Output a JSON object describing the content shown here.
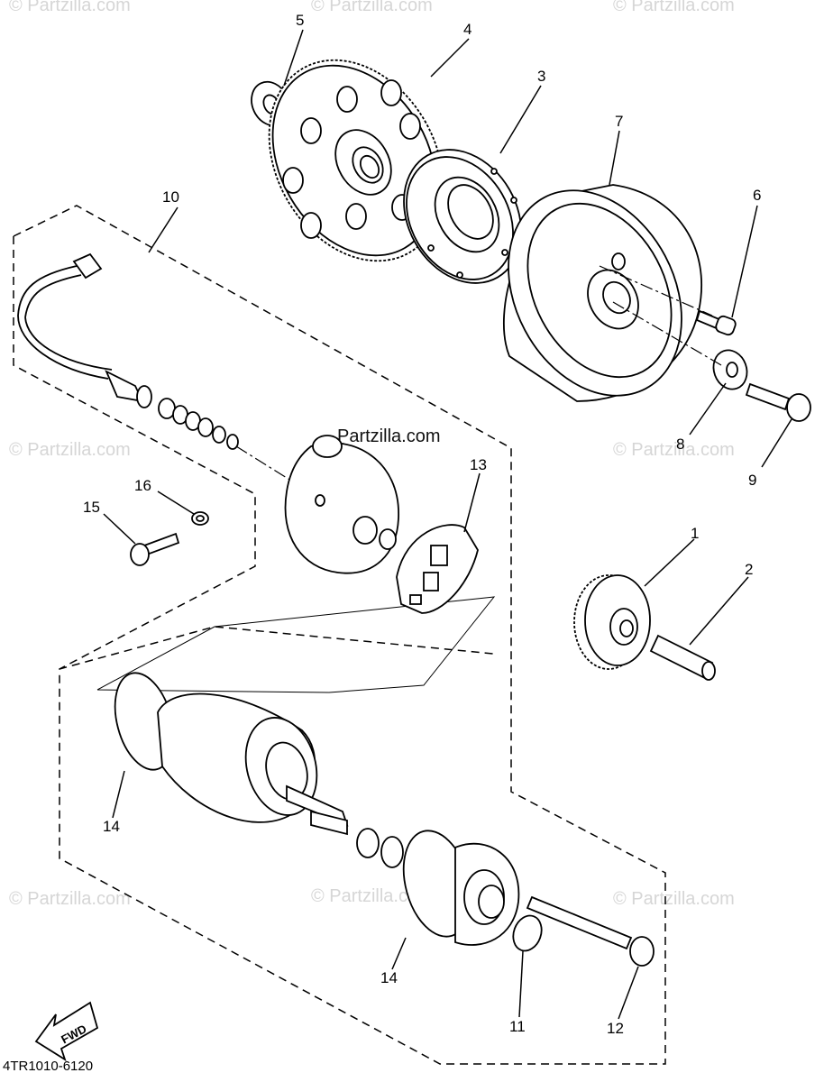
{
  "callouts": {
    "c1": "1",
    "c2": "2",
    "c3": "3",
    "c4": "4",
    "c5": "5",
    "c6": "6",
    "c7": "7",
    "c8": "8",
    "c9": "9",
    "c10": "10",
    "c11": "11",
    "c12": "12",
    "c13": "13",
    "c14a": "14",
    "c14b": "14",
    "c15": "15",
    "c16": "16"
  },
  "watermarks": {
    "partzilla": "© Partzilla.com",
    "center_label": "Partzilla.com"
  },
  "fwd_label": "FWD",
  "diagram_code": "4TR1010-6120"
}
